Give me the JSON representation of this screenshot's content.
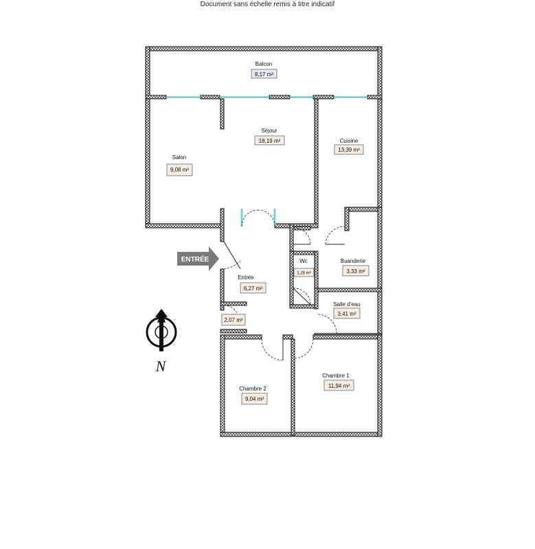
{
  "caption": "Document sans échelle remis à titre indicatif",
  "entrance_label": "ENTRÉE",
  "north_label": "N",
  "colors": {
    "balcony_fill": "#e3e8f3",
    "room_fill": "#f6ece1",
    "badge_border": "#555555",
    "arrow": "#7a7a7a",
    "glazing": "#6cc9d4"
  },
  "rooms": {
    "balcon": {
      "name": "Balcon",
      "area": "8,17 m²"
    },
    "sejour": {
      "name": "Séjour",
      "area": "18,19 m²"
    },
    "cuisine": {
      "name": "Cuisine",
      "area": "13,39 m²"
    },
    "salon": {
      "name": "Salon",
      "area": "9,08 m²"
    },
    "wc": {
      "name": "Wc",
      "area": "1,28 m²"
    },
    "buanderie": {
      "name": "Buanderie",
      "area": "3,33 m²"
    },
    "entree": {
      "name": "Entrée",
      "area": "6,27 m²"
    },
    "salle_deau": {
      "name": "Salle d'eau",
      "area": "3,41 m²"
    },
    "placard": {
      "area": "2,07 m²"
    },
    "chambre1": {
      "name": "Chambre 1",
      "area": "11,94 m²"
    },
    "chambre2": {
      "name": "Chambre 2",
      "area": "9,04 m²"
    }
  }
}
